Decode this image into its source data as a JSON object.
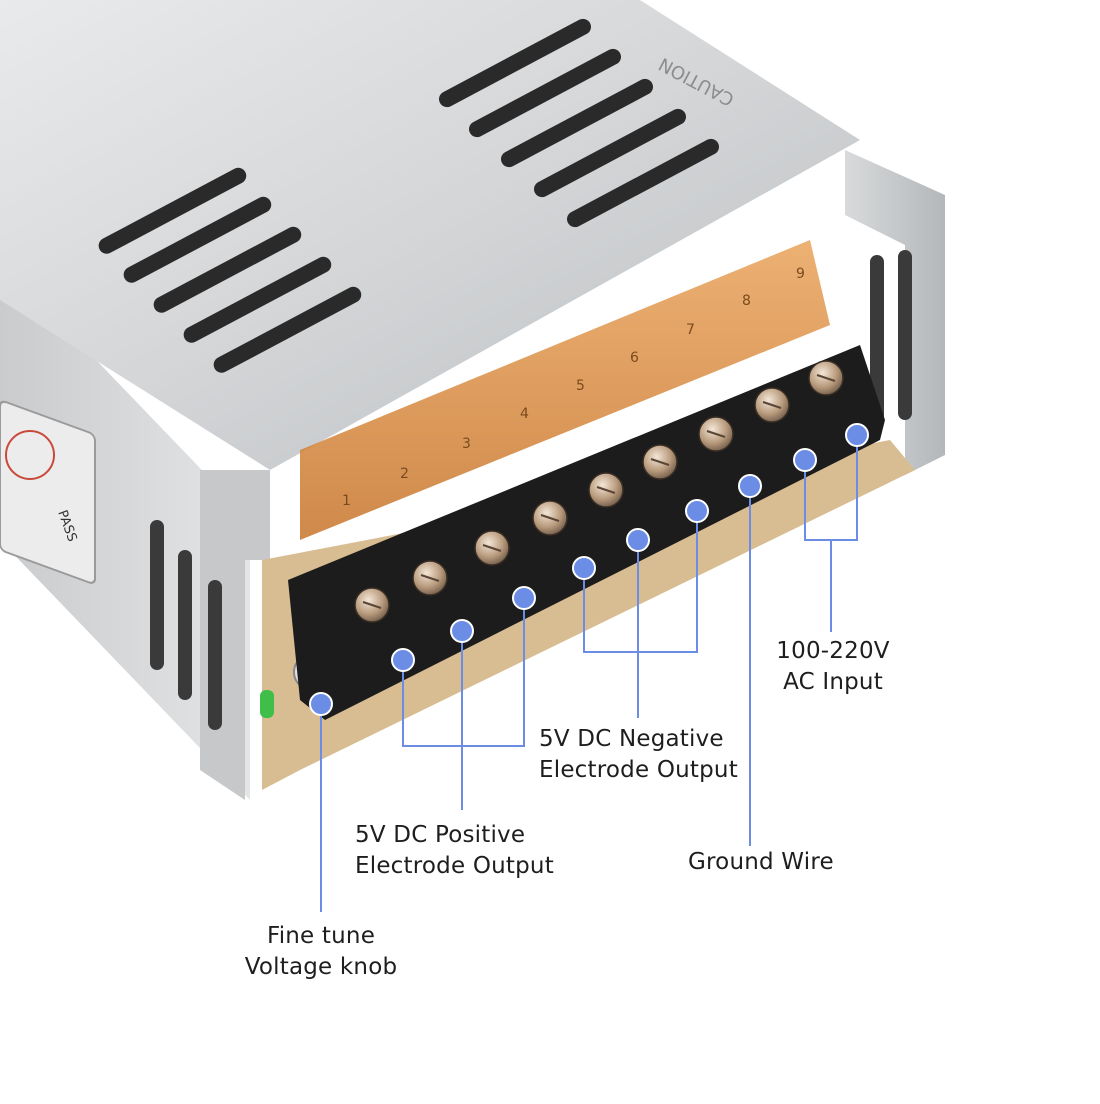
{
  "colors": {
    "callout": "#6b8de6",
    "text": "#1e1e1e",
    "case": "#cfd1d3",
    "terminal": "#1a1a1a",
    "cover": "#d98a3a"
  },
  "case_marks": {
    "caution": "CAUTION",
    "pass": "PASS"
  },
  "terminal_numbers": [
    "1",
    "2",
    "3",
    "4",
    "5",
    "6",
    "7",
    "8",
    "9"
  ],
  "callouts": {
    "fine_tune": {
      "line1": "Fine tune",
      "line2": "Voltage knob"
    },
    "positive": {
      "line1": "5V DC Positive",
      "line2": "Electrode Output"
    },
    "negative": {
      "line1": "5V DC Negative",
      "line2": "Electrode Output"
    },
    "ground": {
      "line1": "Ground Wire"
    },
    "ac_input": {
      "line1": "100-220V",
      "line2": "AC Input"
    }
  }
}
